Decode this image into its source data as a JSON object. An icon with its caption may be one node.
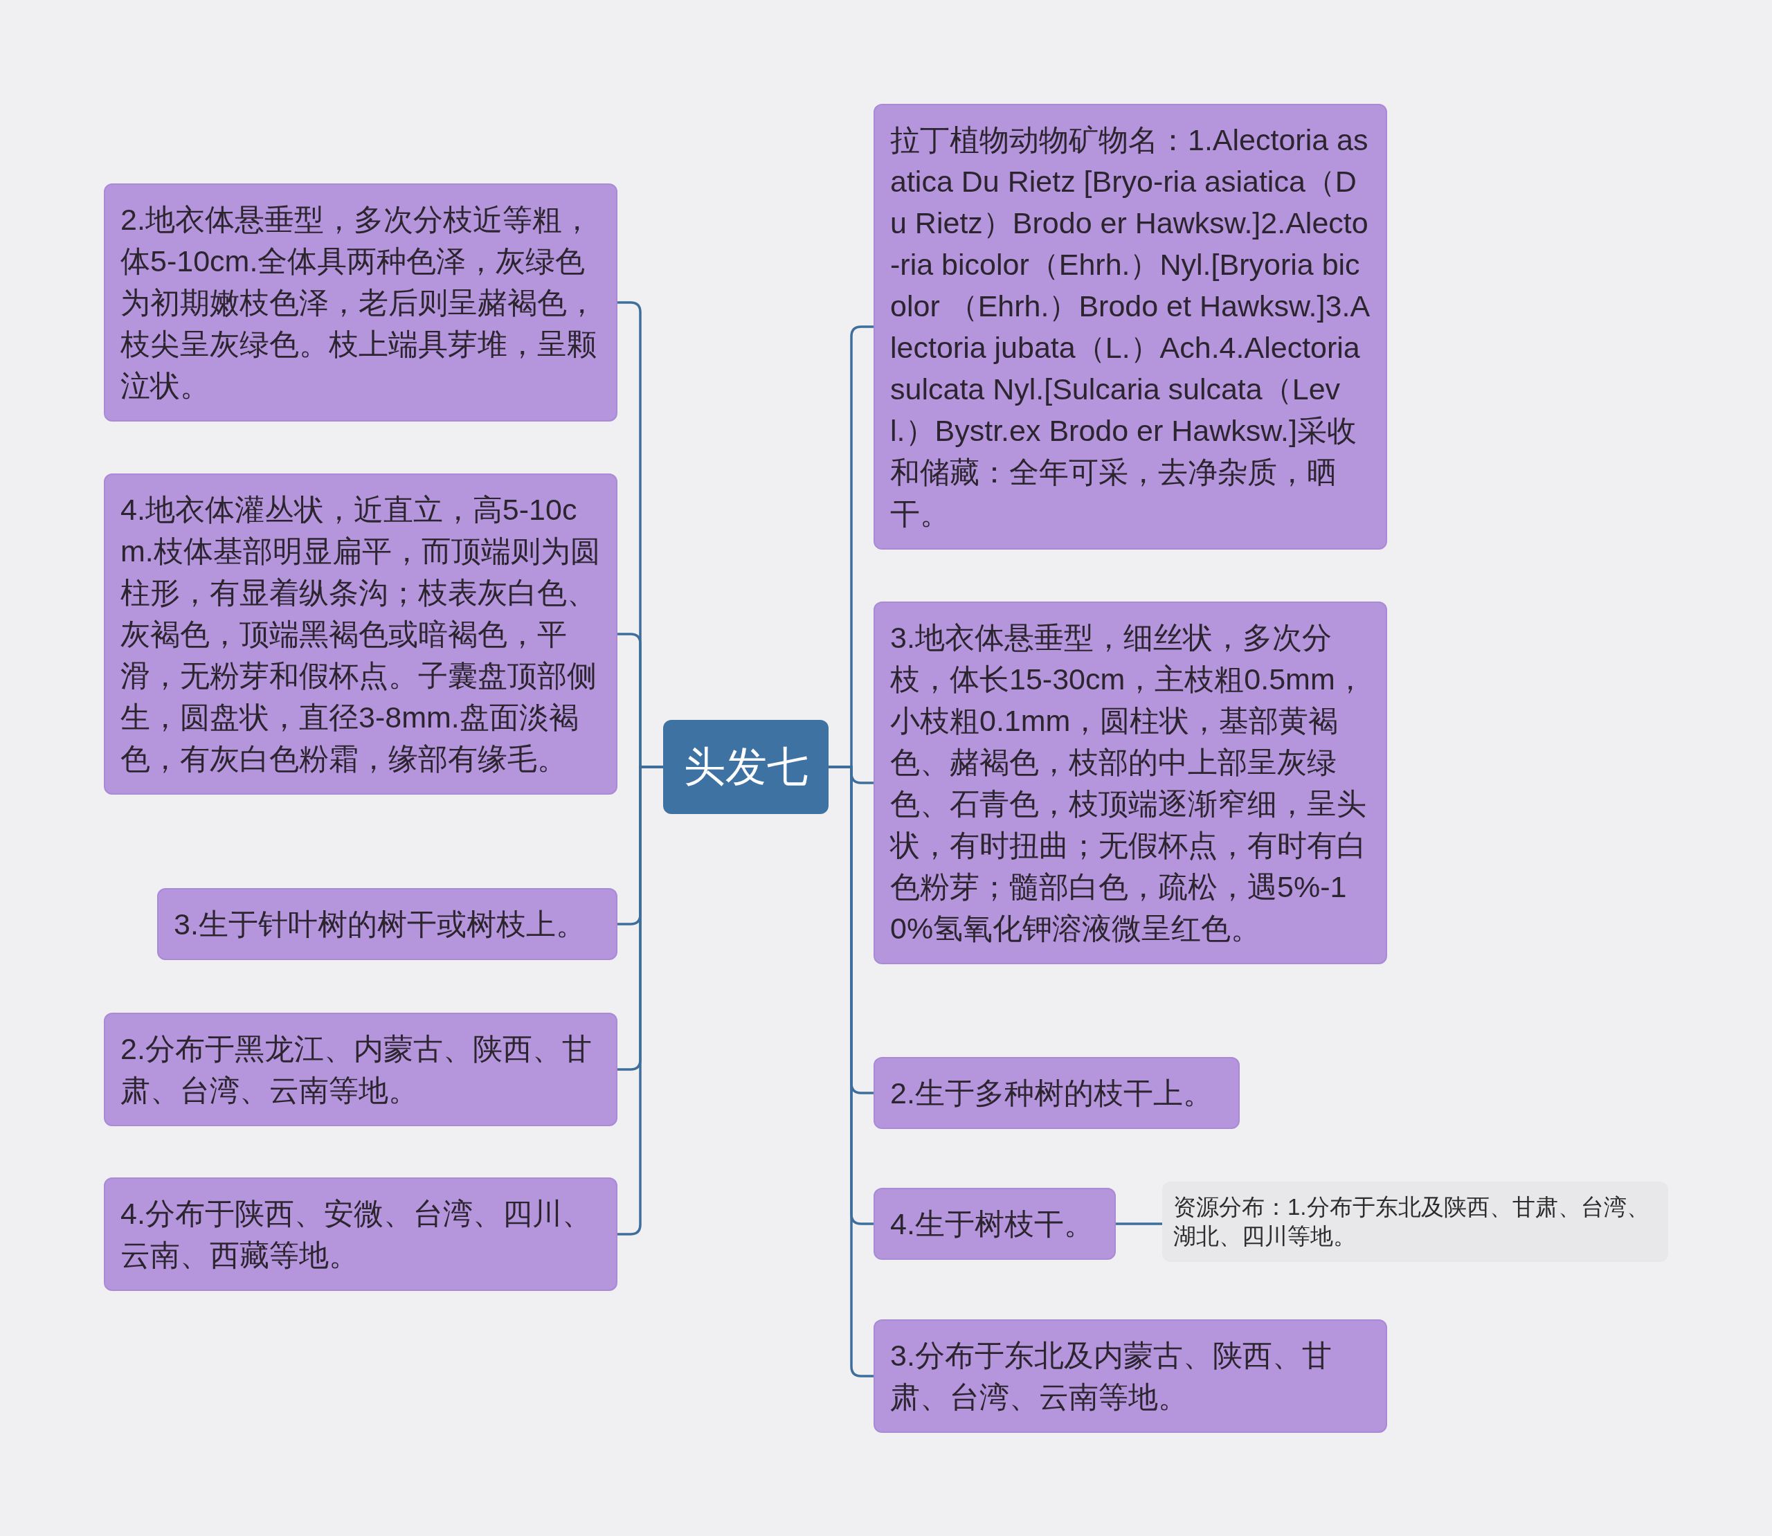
{
  "diagram": {
    "nodes": [
      {
        "text": [
          "头发七"
        ]
      },
      {
        "text": [
          "2.地衣体悬垂型，多次分枝近等粗，体5-10cm.全体具两种色泽，灰绿色为初期嫩枝色泽，老后则呈赭褐色，枝尖呈灰绿色。枝上端具芽堆，呈颗泣状。"
        ]
      },
      {
        "text": [
          "4.地衣体灌丛状，近直立，高5-10cm.枝体基部明显扁平，而顶端则为圆柱形，有显着纵条沟；枝表灰白色、灰褐色，顶端黑褐色或暗褐色，平滑，无粉芽和假杯点。子囊盘顶部侧生，圆盘状，直径3-8mm.盘面淡褐色，有灰白色粉霜，缘部有缘毛。"
        ]
      },
      {
        "text": [
          "3.生于针叶树的树干或树枝上。"
        ]
      },
      {
        "text": [
          "2.分布于黑龙江、内蒙古、陕西、甘肃、台湾、云南等地。"
        ]
      },
      {
        "text": [
          "4.分布于陕西、安微、台湾、四川、云南、西藏等地。"
        ]
      },
      {
        "text": [
          "拉丁植物动物矿物名：1.Alectoria asatica Du Rietz [Bryo-ria asiatica（Du Rietz）Brodo er Hawksw.]2.Alecto-ria bicolor（Ehrh.）Nyl.[Bryoria bicolor （Ehrh.）Brodo et Hawksw.]3.Alectoria jubata（L.）Ach.4.Alectoria sulcata Nyl.[Sulcaria sulcata（Levl.）Bystr.ex Brodo er Hawksw.]采收和储藏：全年可采，去净杂质，晒干。"
        ]
      },
      {
        "text": [
          "3.地衣体悬垂型，细丝状，多次分枝，体长15-30cm，主枝粗0.5mm，小枝粗0.1mm，圆柱状，基部黄褐色、赭褐色，枝部的中上部呈灰绿色、石青色，枝顶端逐渐窄细，呈头状，有时扭曲；无假杯点，有时有白色粉芽；髓部白色，疏松，遇5%-10%氢氧化钾溶液微呈红色。"
        ]
      },
      {
        "text": [
          "2.生于多种树的枝干上。"
        ]
      },
      {
        "text": [
          "4.生于树枝干。"
        ]
      },
      {
        "text": [
          "资源分布：1.分布于东北及陕西、甘肃、台湾、湖北、四川等地。"
        ]
      },
      {
        "text": [
          "3.分布于东北及内蒙古、陕西、甘肃、台湾、云南等地。"
        ]
      }
    ],
    "edges": [
      {
        "from": 0,
        "to": 1,
        "arrow": "none"
      },
      {
        "from": 0,
        "to": 2,
        "arrow": "none"
      },
      {
        "from": 0,
        "to": 3,
        "arrow": "none"
      },
      {
        "from": 0,
        "to": 4,
        "arrow": "none"
      },
      {
        "from": 0,
        "to": 5,
        "arrow": "none"
      },
      {
        "from": 0,
        "to": 6,
        "arrow": "none"
      },
      {
        "from": 0,
        "to": 7,
        "arrow": "none"
      },
      {
        "from": 0,
        "to": 8,
        "arrow": "none"
      },
      {
        "from": 0,
        "to": 9,
        "arrow": "none"
      },
      {
        "from": 0,
        "to": 11,
        "arrow": "none"
      },
      {
        "from": 9,
        "to": 10,
        "arrow": "none"
      }
    ]
  }
}
